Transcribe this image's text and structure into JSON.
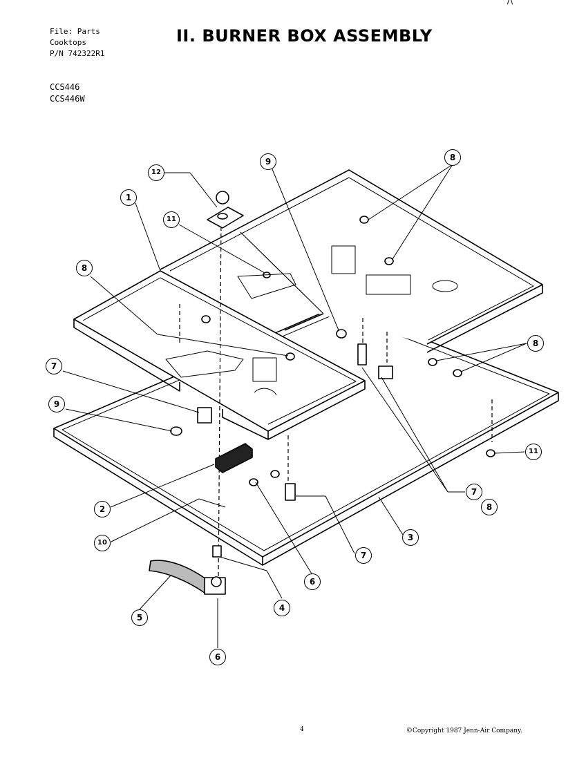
{
  "header": {
    "file_line": "File: Parts",
    "category_line": "Cooktops",
    "pn_line": "P/N 742322R1"
  },
  "title": "II. BURNER BOX ASSEMBLY",
  "models": [
    "CCS446",
    "CCS446W"
  ],
  "callouts": [
    {
      "id": "c1",
      "label": "1"
    },
    {
      "id": "c12",
      "label": "12"
    },
    {
      "id": "c9a",
      "label": "9"
    },
    {
      "id": "c8a",
      "label": "8"
    },
    {
      "id": "c11a",
      "label": "11"
    },
    {
      "id": "c8b",
      "label": "8"
    },
    {
      "id": "c7a",
      "label": "7"
    },
    {
      "id": "c9b",
      "label": "9"
    },
    {
      "id": "c8c",
      "label": "8"
    },
    {
      "id": "c11b",
      "label": "11"
    },
    {
      "id": "c2",
      "label": "2"
    },
    {
      "id": "c10",
      "label": "10"
    },
    {
      "id": "c7b",
      "label": "7"
    },
    {
      "id": "c8d",
      "label": "8"
    },
    {
      "id": "c3",
      "label": "3"
    },
    {
      "id": "c4",
      "label": "4"
    },
    {
      "id": "c5",
      "label": "5"
    },
    {
      "id": "c6a",
      "label": "6"
    },
    {
      "id": "c6b",
      "label": "6"
    },
    {
      "id": "c7c",
      "label": "7"
    }
  ],
  "footer": {
    "page_number": "4",
    "copyright": "©Copyright 1987 Jenn-Air Company."
  },
  "corner_mark": "/\\"
}
